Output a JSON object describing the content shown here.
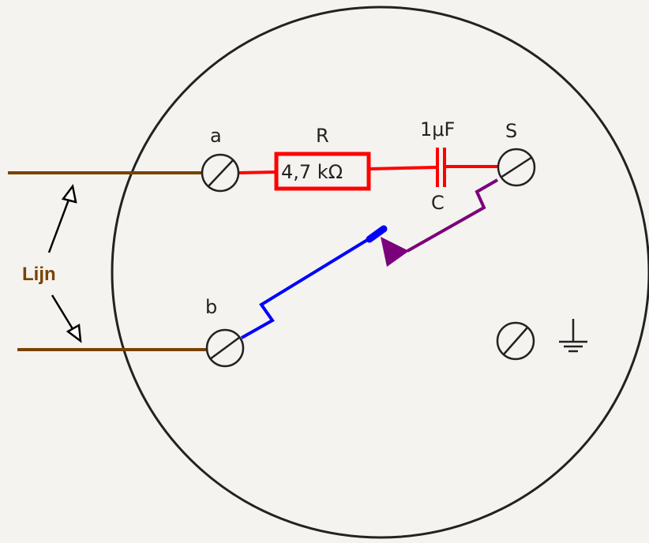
{
  "diagram": {
    "terminal_a_label": "a",
    "terminal_b_label": "b",
    "terminal_s_label": "S",
    "resistor_label": "R",
    "resistor_value": "4,7 kΩ",
    "capacitor_value": "1μF",
    "capacitor_label": "C",
    "line_label": "Lijn"
  },
  "colors": {
    "line_wire": "#7a4200",
    "resistor_path": "#ff0000",
    "blue_wire": "#0000ff",
    "purple_wire": "#7b007b",
    "outline": "#222222"
  }
}
